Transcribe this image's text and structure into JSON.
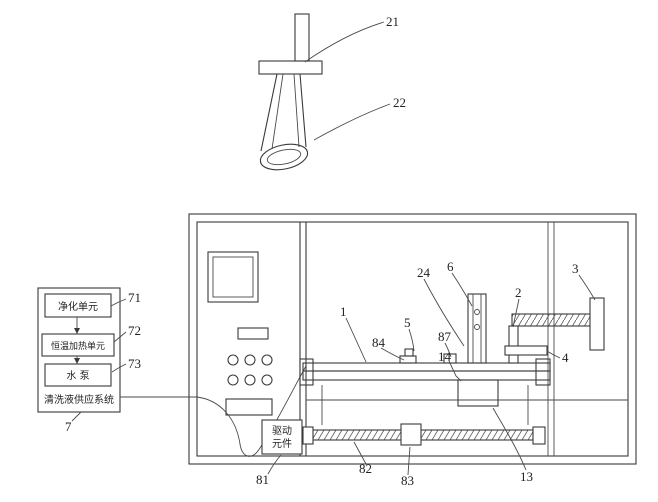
{
  "figure": {
    "part_labels": {
      "1": "1",
      "2": "2",
      "3": "3",
      "4": "4",
      "5": "5",
      "6": "6",
      "7": "7",
      "13": "13",
      "14": "14",
      "21": "21",
      "22": "22",
      "24": "24",
      "71": "71",
      "72": "72",
      "73": "73",
      "81": "81",
      "82": "82",
      "83": "83",
      "84": "84",
      "87": "87"
    },
    "flowchart": {
      "purifier": "净化单元",
      "heater": "恒温加热单元",
      "pump": "水 泵",
      "system": "清洗液供应系统"
    },
    "machine": {
      "drive_line1": "驱动",
      "drive_line2": "元件"
    }
  }
}
